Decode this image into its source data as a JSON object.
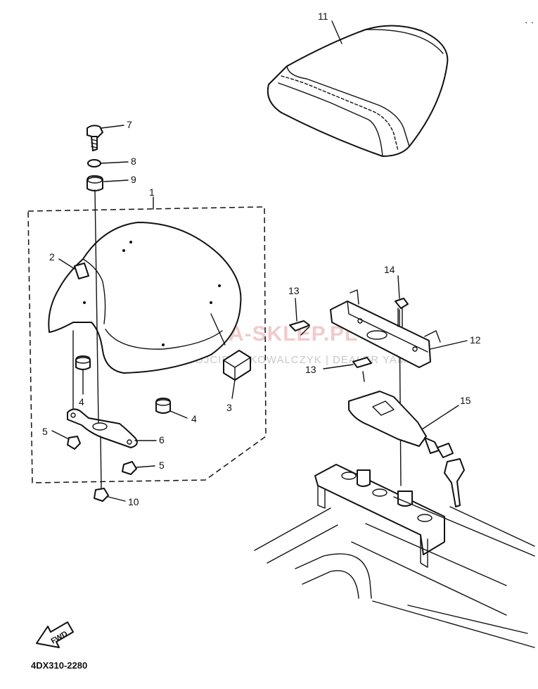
{
  "callouts": {
    "c1": "1",
    "c2": "2",
    "c3": "3",
    "c4a": "4",
    "c4b": "4",
    "c5a": "5",
    "c5b": "5",
    "c6": "6",
    "c7": "7",
    "c8": "8",
    "c9": "9",
    "c10": "10",
    "c11": "11",
    "c12": "12",
    "c13a": "13",
    "c13b": "13",
    "c14": "14",
    "c15": "15"
  },
  "fwd_label": "FWD",
  "diagram_code": "4DX310-2280",
  "watermark": {
    "main": "YAMA-SKLEP.PL",
    "sub": "WOJCIECH KOWALCZYK | DEALER YAMAHA",
    "color": "#e8a0a0"
  },
  "colors": {
    "line": "#111111",
    "background": "#ffffff"
  }
}
